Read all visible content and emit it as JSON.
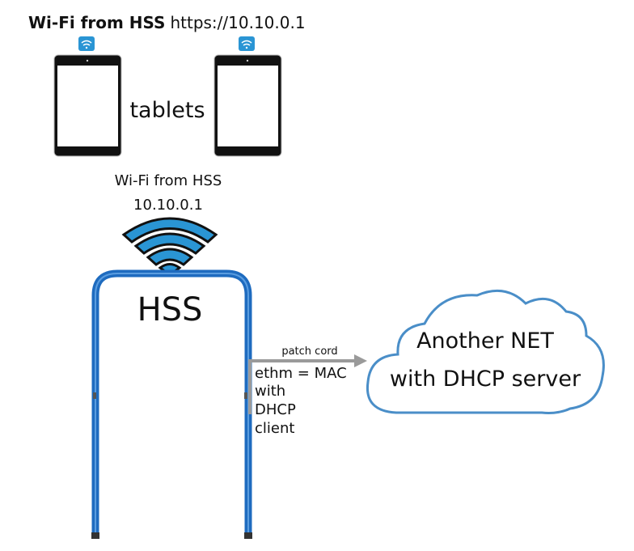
{
  "title": {
    "bold": "Wi-Fi from HSS",
    "url": "https://10.10.0.1"
  },
  "tablets_label": "tablets",
  "wifi_label": {
    "line1": "Wi-Fi from HSS",
    "line2": "10.10.0.1"
  },
  "gate_label": "HSS",
  "patch_cord_label": "patch cord",
  "ethm_lines": [
    "ethm = MAC",
    "with",
    "DHCP",
    "client"
  ],
  "cloud": {
    "line1": "Another NET",
    "line2": "with DHCP server"
  },
  "colors": {
    "blue": "#1e6bbf",
    "wifi": "#2a95d4",
    "arrow": "#9a9a9a",
    "cloud": "#4a8ec8"
  }
}
